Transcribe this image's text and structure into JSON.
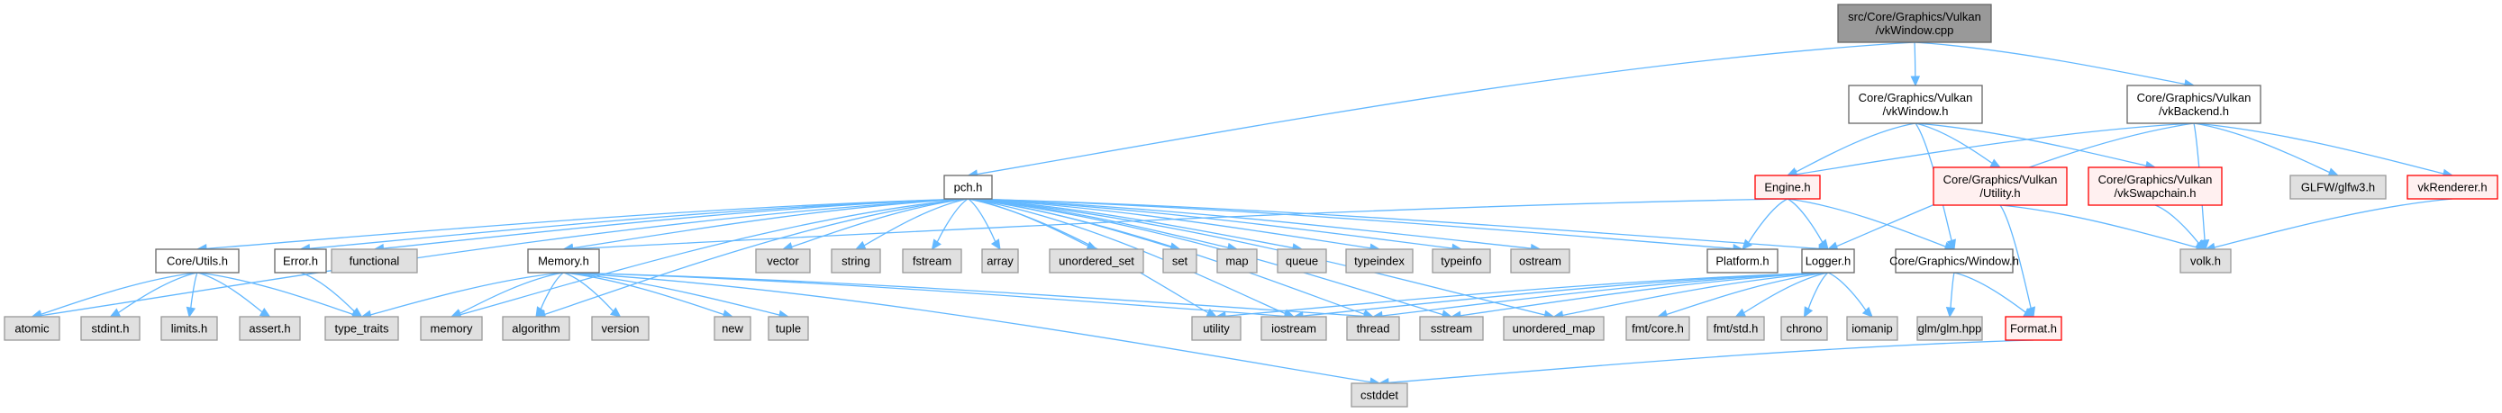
{
  "diagram": {
    "type": "include-dependency-graph",
    "colors": {
      "edge": "#63b8ff",
      "main_fill": "#999999",
      "local_fill": "#ffffff",
      "external_fill": "#e0e0e0",
      "missing_fill": "#fff0f0",
      "missing_border": "#ff0000"
    },
    "nodes": [
      {
        "id": "vkWindow_cpp",
        "lines": [
          "src/Core/Graphics/Vulkan",
          "/vkWindow.cpp"
        ],
        "kind": "main"
      },
      {
        "id": "vkWindow_h",
        "lines": [
          "Core/Graphics/Vulkan",
          "/vkWindow.h"
        ],
        "kind": "local"
      },
      {
        "id": "vkBackend_h",
        "lines": [
          "Core/Graphics/Vulkan",
          "/vkBackend.h"
        ],
        "kind": "local"
      },
      {
        "id": "pch_h",
        "lines": [
          "pch.h"
        ],
        "kind": "local"
      },
      {
        "id": "Engine_h",
        "lines": [
          "Engine.h"
        ],
        "kind": "missing"
      },
      {
        "id": "Utility_h",
        "lines": [
          "Core/Graphics/Vulkan",
          "/Utility.h"
        ],
        "kind": "missing"
      },
      {
        "id": "vkSwapchain_h",
        "lines": [
          "Core/Graphics/Vulkan",
          "/vkSwapchain.h"
        ],
        "kind": "missing"
      },
      {
        "id": "glfw3_h",
        "lines": [
          "GLFW/glfw3.h"
        ],
        "kind": "ext"
      },
      {
        "id": "vkRenderer_h",
        "lines": [
          "vkRenderer.h"
        ],
        "kind": "missing"
      },
      {
        "id": "CoreUtils_h",
        "lines": [
          "Core/Utils.h"
        ],
        "kind": "local"
      },
      {
        "id": "Error_h",
        "lines": [
          "Error.h"
        ],
        "kind": "local"
      },
      {
        "id": "functional",
        "lines": [
          "functional"
        ],
        "kind": "ext"
      },
      {
        "id": "Memory_h",
        "lines": [
          "Memory.h"
        ],
        "kind": "local"
      },
      {
        "id": "vector",
        "lines": [
          "vector"
        ],
        "kind": "ext"
      },
      {
        "id": "string",
        "lines": [
          "string"
        ],
        "kind": "ext"
      },
      {
        "id": "fstream",
        "lines": [
          "fstream"
        ],
        "kind": "ext"
      },
      {
        "id": "array",
        "lines": [
          "array"
        ],
        "kind": "ext"
      },
      {
        "id": "unordered_set",
        "lines": [
          "unordered_set"
        ],
        "kind": "ext"
      },
      {
        "id": "set",
        "lines": [
          "set"
        ],
        "kind": "ext"
      },
      {
        "id": "map",
        "lines": [
          "map"
        ],
        "kind": "ext"
      },
      {
        "id": "queue",
        "lines": [
          "queue"
        ],
        "kind": "ext"
      },
      {
        "id": "typeindex",
        "lines": [
          "typeindex"
        ],
        "kind": "ext"
      },
      {
        "id": "typeinfo",
        "lines": [
          "typeinfo"
        ],
        "kind": "ext"
      },
      {
        "id": "ostream",
        "lines": [
          "ostream"
        ],
        "kind": "ext"
      },
      {
        "id": "Platform_h",
        "lines": [
          "Platform.h"
        ],
        "kind": "local"
      },
      {
        "id": "Logger_h",
        "lines": [
          "Logger.h"
        ],
        "kind": "local"
      },
      {
        "id": "Window_h",
        "lines": [
          "Core/Graphics/Window.h"
        ],
        "kind": "local"
      },
      {
        "id": "volk_h",
        "lines": [
          "volk.h"
        ],
        "kind": "ext"
      },
      {
        "id": "atomic",
        "lines": [
          "atomic"
        ],
        "kind": "ext"
      },
      {
        "id": "stdint_h",
        "lines": [
          "stdint.h"
        ],
        "kind": "ext"
      },
      {
        "id": "limits_h",
        "lines": [
          "limits.h"
        ],
        "kind": "ext"
      },
      {
        "id": "assert_h",
        "lines": [
          "assert.h"
        ],
        "kind": "ext"
      },
      {
        "id": "type_traits",
        "lines": [
          "type_traits"
        ],
        "kind": "ext"
      },
      {
        "id": "memory",
        "lines": [
          "memory"
        ],
        "kind": "ext"
      },
      {
        "id": "algorithm",
        "lines": [
          "algorithm"
        ],
        "kind": "ext"
      },
      {
        "id": "version",
        "lines": [
          "version"
        ],
        "kind": "ext"
      },
      {
        "id": "new",
        "lines": [
          "new"
        ],
        "kind": "ext"
      },
      {
        "id": "tuple",
        "lines": [
          "tuple"
        ],
        "kind": "ext"
      },
      {
        "id": "utility",
        "lines": [
          "utility"
        ],
        "kind": "ext"
      },
      {
        "id": "iostream",
        "lines": [
          "iostream"
        ],
        "kind": "ext"
      },
      {
        "id": "thread",
        "lines": [
          "thread"
        ],
        "kind": "ext"
      },
      {
        "id": "sstream",
        "lines": [
          "sstream"
        ],
        "kind": "ext"
      },
      {
        "id": "unordered_map",
        "lines": [
          "unordered_map"
        ],
        "kind": "ext"
      },
      {
        "id": "fmt_core_h",
        "lines": [
          "fmt/core.h"
        ],
        "kind": "ext"
      },
      {
        "id": "fmt_std_h",
        "lines": [
          "fmt/std.h"
        ],
        "kind": "ext"
      },
      {
        "id": "chrono",
        "lines": [
          "chrono"
        ],
        "kind": "ext"
      },
      {
        "id": "iomanip",
        "lines": [
          "iomanip"
        ],
        "kind": "ext"
      },
      {
        "id": "glm_hpp",
        "lines": [
          "glm/glm.hpp"
        ],
        "kind": "ext"
      },
      {
        "id": "Format_h",
        "lines": [
          "Format.h"
        ],
        "kind": "missing"
      },
      {
        "id": "cstddet",
        "lines": [
          "cstddet"
        ],
        "kind": "ext"
      }
    ],
    "edges": [
      [
        "vkWindow_cpp",
        "pch_h"
      ],
      [
        "vkWindow_cpp",
        "vkWindow_h"
      ],
      [
        "vkWindow_cpp",
        "vkBackend_h"
      ],
      [
        "vkWindow_h",
        "Engine_h"
      ],
      [
        "vkWindow_h",
        "Utility_h"
      ],
      [
        "vkWindow_h",
        "vkSwapchain_h"
      ],
      [
        "vkWindow_h",
        "Window_h"
      ],
      [
        "vkBackend_h",
        "Engine_h"
      ],
      [
        "vkBackend_h",
        "Logger_h"
      ],
      [
        "vkBackend_h",
        "glfw3_h"
      ],
      [
        "vkBackend_h",
        "vkRenderer_h"
      ],
      [
        "vkBackend_h",
        "volk_h"
      ],
      [
        "vkSwapchain_h",
        "volk_h"
      ],
      [
        "Utility_h",
        "volk_h"
      ],
      [
        "Utility_h",
        "Format_h"
      ],
      [
        "vkRenderer_h",
        "volk_h"
      ],
      [
        "Engine_h",
        "Memory_h"
      ],
      [
        "Engine_h",
        "Platform_h"
      ],
      [
        "Engine_h",
        "Logger_h"
      ],
      [
        "Engine_h",
        "Window_h"
      ],
      [
        "pch_h",
        "atomic"
      ],
      [
        "pch_h",
        "CoreUtils_h"
      ],
      [
        "pch_h",
        "Error_h"
      ],
      [
        "pch_h",
        "functional"
      ],
      [
        "pch_h",
        "Memory_h"
      ],
      [
        "pch_h",
        "memory"
      ],
      [
        "pch_h",
        "algorithm"
      ],
      [
        "pch_h",
        "vector"
      ],
      [
        "pch_h",
        "string"
      ],
      [
        "pch_h",
        "fstream"
      ],
      [
        "pch_h",
        "array"
      ],
      [
        "pch_h",
        "unordered_set"
      ],
      [
        "pch_h",
        "set"
      ],
      [
        "pch_h",
        "map"
      ],
      [
        "pch_h",
        "queue"
      ],
      [
        "pch_h",
        "typeindex"
      ],
      [
        "pch_h",
        "typeinfo"
      ],
      [
        "pch_h",
        "ostream"
      ],
      [
        "pch_h",
        "Platform_h"
      ],
      [
        "pch_h",
        "Logger_h"
      ],
      [
        "pch_h",
        "utility"
      ],
      [
        "pch_h",
        "iostream"
      ],
      [
        "pch_h",
        "thread"
      ],
      [
        "pch_h",
        "sstream"
      ],
      [
        "pch_h",
        "unordered_map"
      ],
      [
        "CoreUtils_h",
        "atomic"
      ],
      [
        "CoreUtils_h",
        "stdint_h"
      ],
      [
        "CoreUtils_h",
        "limits_h"
      ],
      [
        "CoreUtils_h",
        "assert_h"
      ],
      [
        "CoreUtils_h",
        "type_traits"
      ],
      [
        "Error_h",
        "type_traits"
      ],
      [
        "Memory_h",
        "type_traits"
      ],
      [
        "Memory_h",
        "memory"
      ],
      [
        "Memory_h",
        "algorithm"
      ],
      [
        "Memory_h",
        "version"
      ],
      [
        "Memory_h",
        "new"
      ],
      [
        "Memory_h",
        "tuple"
      ],
      [
        "Memory_h",
        "cstddet"
      ],
      [
        "Memory_h",
        "iostream"
      ],
      [
        "Memory_h",
        "thread"
      ],
      [
        "Logger_h",
        "utility"
      ],
      [
        "Logger_h",
        "iostream"
      ],
      [
        "Logger_h",
        "thread"
      ],
      [
        "Logger_h",
        "sstream"
      ],
      [
        "Logger_h",
        "unordered_map"
      ],
      [
        "Logger_h",
        "fmt_core_h"
      ],
      [
        "Logger_h",
        "fmt_std_h"
      ],
      [
        "Logger_h",
        "chrono"
      ],
      [
        "Logger_h",
        "iomanip"
      ],
      [
        "Window_h",
        "glm_hpp"
      ],
      [
        "Window_h",
        "Format_h"
      ],
      [
        "Format_h",
        "cstddet"
      ]
    ]
  }
}
